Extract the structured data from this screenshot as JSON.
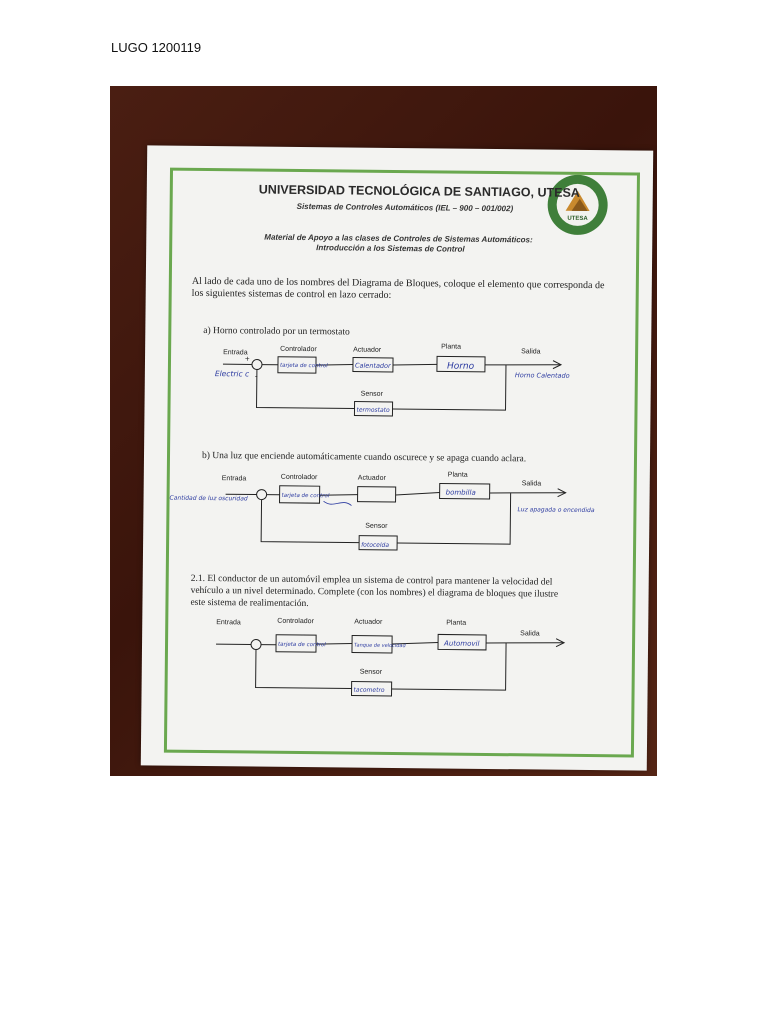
{
  "header": {
    "label": "LUGO 1200119"
  },
  "document": {
    "university": "UNIVERSIDAD TECNOLÓGICA DE SANTIAGO, UTESA",
    "course": "Sistemas de Controles Automáticos (IEL – 900 – 001/002)",
    "material_line1": "Material de Apoyo a las clases de Controles de Sistemas Automáticos:",
    "material_line2": "Introducción a los Sistemas de Control",
    "instruction_line1": "Al lado de cada uno de los nombres del Diagrama de Bloques, coloque el elemento que corresponda de",
    "instruction_line2": "los siguientes sistemas de control en lazo cerrado:",
    "seal_text": "UTESA"
  },
  "labels": {
    "entrada": "Entrada",
    "controlador": "Controlador",
    "actuador": "Actuador",
    "planta": "Planta",
    "salida": "Salida",
    "sensor": "Sensor"
  },
  "section_a": {
    "question": "a)   Horno controlado por un termostato",
    "answers": {
      "entrada": "Electric c",
      "controlador": "tarjeta de control",
      "actuador": "Calentador",
      "planta": "Horno",
      "salida": "Horno Calentado",
      "sensor": "termostato"
    }
  },
  "section_b": {
    "question": "b)   Una luz que enciende automáticamente cuando oscurece y se apaga cuando aclara.",
    "answers": {
      "entrada": "Cantidad de luz oscuridad",
      "controlador": "tarjeta de control",
      "actuador": "",
      "planta": "bombilla",
      "salida": "Luz apagada o encendida",
      "sensor": "fotocelda"
    }
  },
  "section_c": {
    "question_line1": "2.1.   El conductor de un automóvil emplea un sistema de control para mantener la velocidad del",
    "question_line2": "vehículo a un nivel determinado. Complete (con los nombres) el diagrama de bloques que ilustre",
    "question_line3": "este sistema de realimentación.",
    "answers": {
      "controlador": "tarjeta de control",
      "actuador": "Tanque de velocidad",
      "planta": "Automovil",
      "sensor": "tacometro"
    }
  }
}
